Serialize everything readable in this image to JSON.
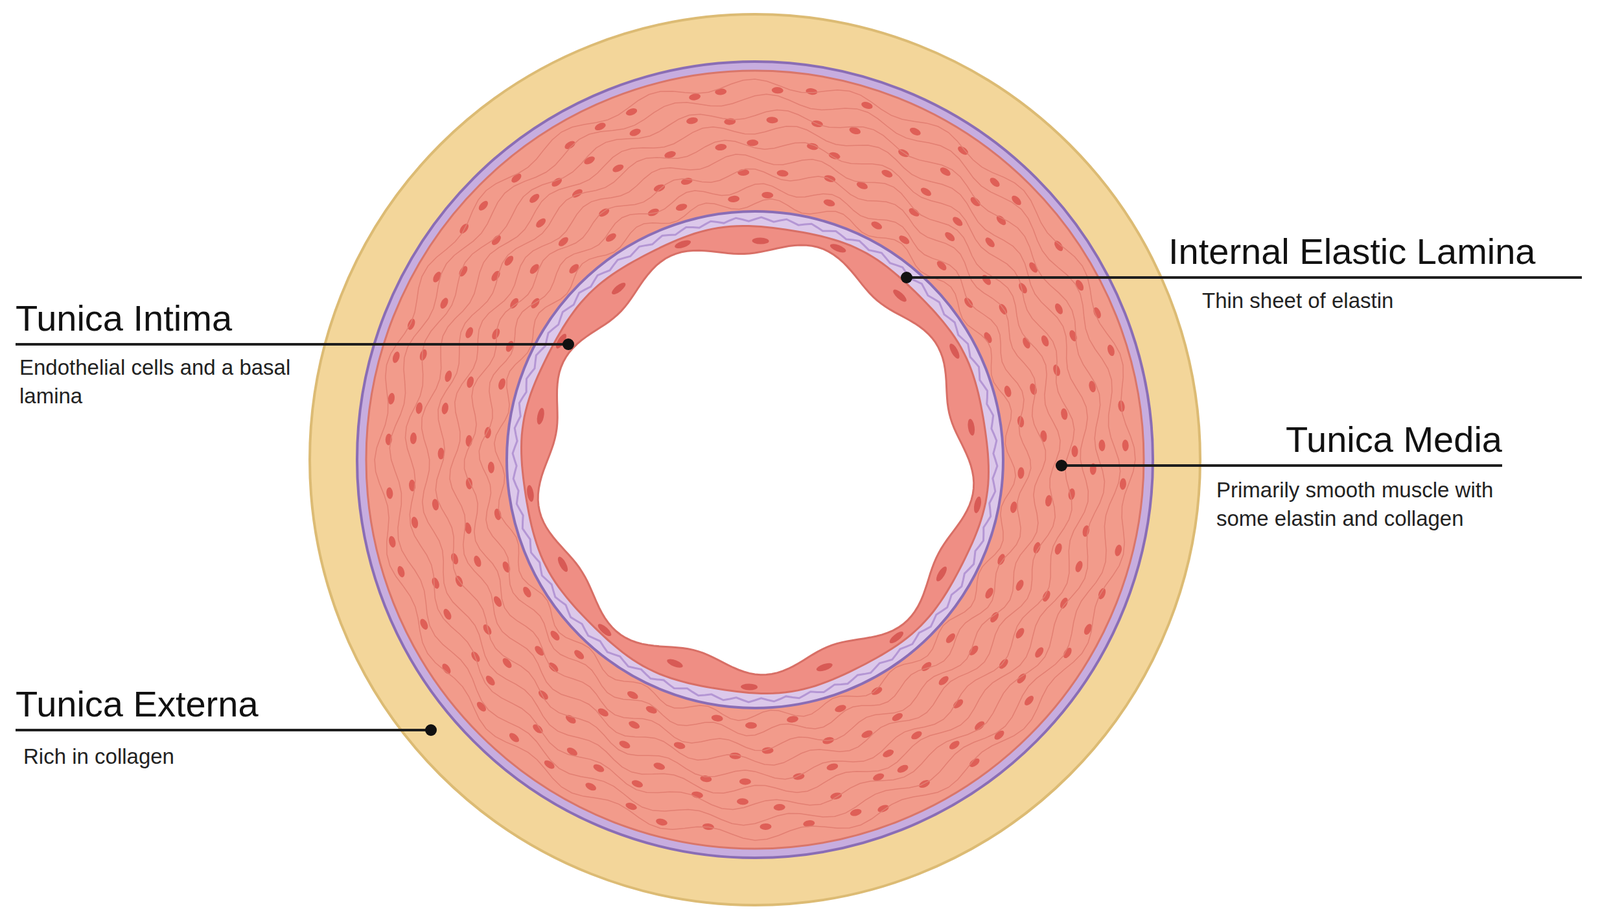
{
  "diagram": {
    "labels": [
      "Internal Elastic Lamina",
      "Thin sheet of elastin",
      "Tunica Intima",
      "Endothelial cells and a basal lamina",
      "Tunica Media",
      "Primarily smooth muscle with some elastin and collagen",
      "Tunica Externa",
      "Rich in collagen"
    ]
  }
}
